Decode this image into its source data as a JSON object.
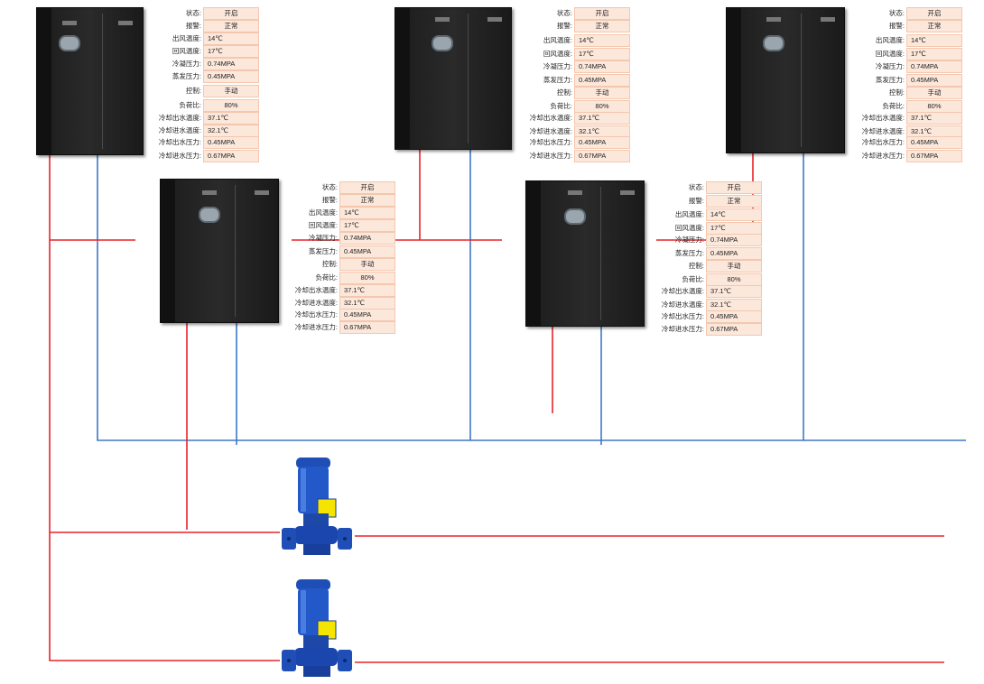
{
  "colors": {
    "supply_pipe": "#e8232a",
    "return_pipe": "#3e78c6",
    "field_bg": "#fce7db"
  },
  "units": [
    {
      "name": "unit-1",
      "fields": [
        {
          "label": "状态:",
          "value": "开启"
        },
        {
          "label": "报警:",
          "value": "正常"
        },
        {
          "label": "出风温度:",
          "value": "14℃"
        },
        {
          "label": "回风温度:",
          "value": "17℃"
        },
        {
          "label": "冷凝压力:",
          "value": "0.74MPA"
        },
        {
          "label": "蒸发压力:",
          "value": "0.45MPA"
        },
        {
          "label": "控制:",
          "value": "手动"
        },
        {
          "label": "负荷比:",
          "value": "80%"
        },
        {
          "label": "冷却出水温度:",
          "value": "37.1℃"
        },
        {
          "label": "冷却进水温度:",
          "value": "32.1℃"
        },
        {
          "label": "冷却出水压力:",
          "value": "0.45MPA"
        },
        {
          "label": "冷却进水压力:",
          "value": "0.67MPA"
        }
      ]
    },
    {
      "name": "unit-2",
      "fields": [
        {
          "label": "状态:",
          "value": "开启"
        },
        {
          "label": "报警:",
          "value": "正常"
        },
        {
          "label": "出风温度:",
          "value": "14℃"
        },
        {
          "label": "回风温度:",
          "value": "17℃"
        },
        {
          "label": "冷凝压力:",
          "value": "0.74MPA"
        },
        {
          "label": "蒸发压力:",
          "value": "0.45MPA"
        },
        {
          "label": "控制:",
          "value": "手动"
        },
        {
          "label": "负荷比:",
          "value": "80%"
        },
        {
          "label": "冷却出水温度:",
          "value": "37.1℃"
        },
        {
          "label": "冷却进水温度:",
          "value": "32.1℃"
        },
        {
          "label": "冷却出水压力:",
          "value": "0.45MPA"
        },
        {
          "label": "冷却进水压力:",
          "value": "0.67MPA"
        }
      ]
    },
    {
      "name": "unit-3",
      "fields": [
        {
          "label": "状态:",
          "value": "开启"
        },
        {
          "label": "报警:",
          "value": "正常"
        },
        {
          "label": "出风温度:",
          "value": "14℃"
        },
        {
          "label": "回风温度:",
          "value": "17℃"
        },
        {
          "label": "冷凝压力:",
          "value": "0.74MPA"
        },
        {
          "label": "蒸发压力:",
          "value": "0.45MPA"
        },
        {
          "label": "控制:",
          "value": "手动"
        },
        {
          "label": "负荷比:",
          "value": "80%"
        },
        {
          "label": "冷却出水温度:",
          "value": "37.1℃"
        },
        {
          "label": "冷却进水温度:",
          "value": "32.1℃"
        },
        {
          "label": "冷却出水压力:",
          "value": "0.45MPA"
        },
        {
          "label": "冷却进水压力:",
          "value": "0.67MPA"
        }
      ]
    },
    {
      "name": "unit-4",
      "fields": [
        {
          "label": "状态:",
          "value": "开启"
        },
        {
          "label": "报警:",
          "value": "正常"
        },
        {
          "label": "出风温度:",
          "value": "14℃"
        },
        {
          "label": "回风温度:",
          "value": "17℃"
        },
        {
          "label": "冷凝压力:",
          "value": "0.74MPA"
        },
        {
          "label": "蒸发压力:",
          "value": "0.45MPA"
        },
        {
          "label": "控制:",
          "value": "手动"
        },
        {
          "label": "负荷比:",
          "value": "80%"
        },
        {
          "label": "冷却出水温度:",
          "value": "37.1℃"
        },
        {
          "label": "冷却进水温度:",
          "value": "32.1℃"
        },
        {
          "label": "冷却出水压力:",
          "value": "0.45MPA"
        },
        {
          "label": "冷却进水压力:",
          "value": "0.67MPA"
        }
      ]
    },
    {
      "name": "unit-5",
      "fields": [
        {
          "label": "状态:",
          "value": "开启"
        },
        {
          "label": "报警:",
          "value": "正常"
        },
        {
          "label": "出风温度:",
          "value": "14℃"
        },
        {
          "label": "回风温度:",
          "value": "17℃"
        },
        {
          "label": "冷凝压力:",
          "value": "0.74MPA"
        },
        {
          "label": "蒸发压力:",
          "value": "0.45MPA"
        },
        {
          "label": "控制:",
          "value": "手动"
        },
        {
          "label": "负荷比:",
          "value": "80%"
        },
        {
          "label": "冷却出水温度:",
          "value": "37.1℃"
        },
        {
          "label": "冷却进水温度:",
          "value": "32.1℃"
        },
        {
          "label": "冷却出水压力:",
          "value": "0.45MPA"
        },
        {
          "label": "冷却进水压力:",
          "value": "0.67MPA"
        }
      ]
    }
  ],
  "pumps": [
    {
      "icon": "water-pump-icon"
    },
    {
      "icon": "water-pump-icon"
    }
  ]
}
